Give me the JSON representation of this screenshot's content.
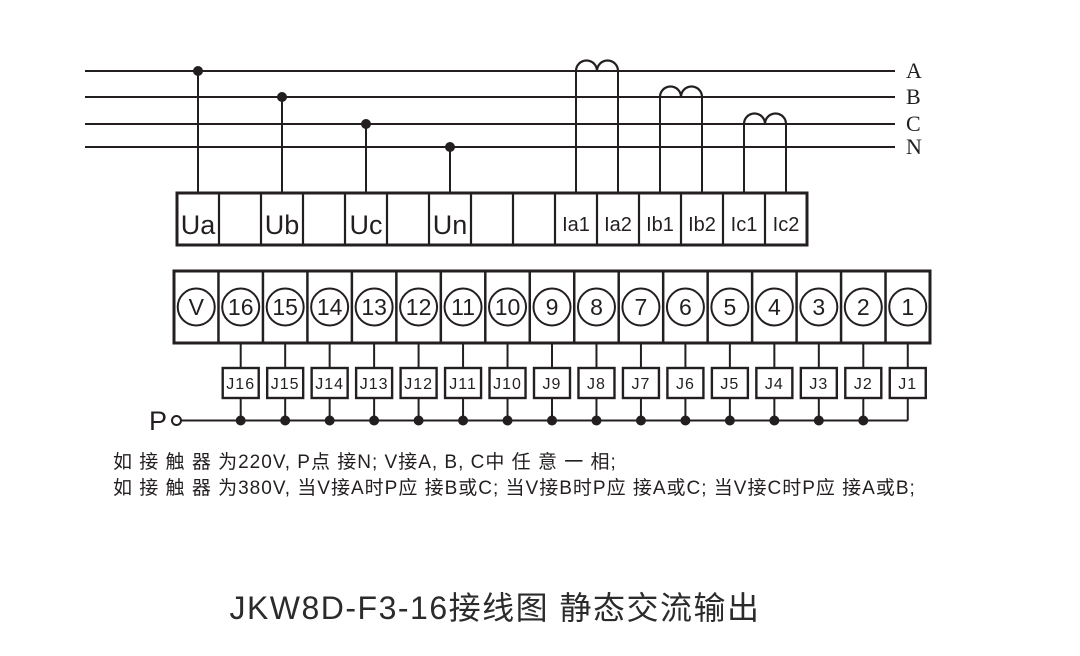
{
  "title": "JKW8D-F3-16接线图 静态交流输出",
  "phase_labels": [
    "A",
    "B",
    "C",
    "N"
  ],
  "upper_terminal_row": {
    "cells": [
      "Ua",
      "",
      "Ub",
      "",
      "Uc",
      "",
      "Un",
      "",
      "",
      "Ia1",
      "Ia2",
      "Ib1",
      "Ib2",
      "Ic1",
      "Ic2"
    ]
  },
  "lower_terminal_row": {
    "cells": [
      "V",
      "16",
      "15",
      "14",
      "13",
      "12",
      "11",
      "10",
      "9",
      "8",
      "7",
      "6",
      "5",
      "4",
      "3",
      "2",
      "1"
    ]
  },
  "relay_boxes": [
    "J16",
    "J15",
    "J14",
    "J13",
    "J12",
    "J11",
    "J10",
    "J9",
    "J8",
    "J7",
    "J6",
    "J5",
    "J4",
    "J3",
    "J2",
    "J1"
  ],
  "p_terminal_label": "P",
  "notes": [
    "如 接 触 器 为220V, P点 接N; V接A, B, C中 任 意 一 相;",
    "如 接 触 器 为380V, 当V接A时P应 接B或C; 当V接B时P应 接A或C; 当V接C时P应 接A或B;"
  ],
  "colors": {
    "ink": "#231f20",
    "background": "#ffffff"
  }
}
